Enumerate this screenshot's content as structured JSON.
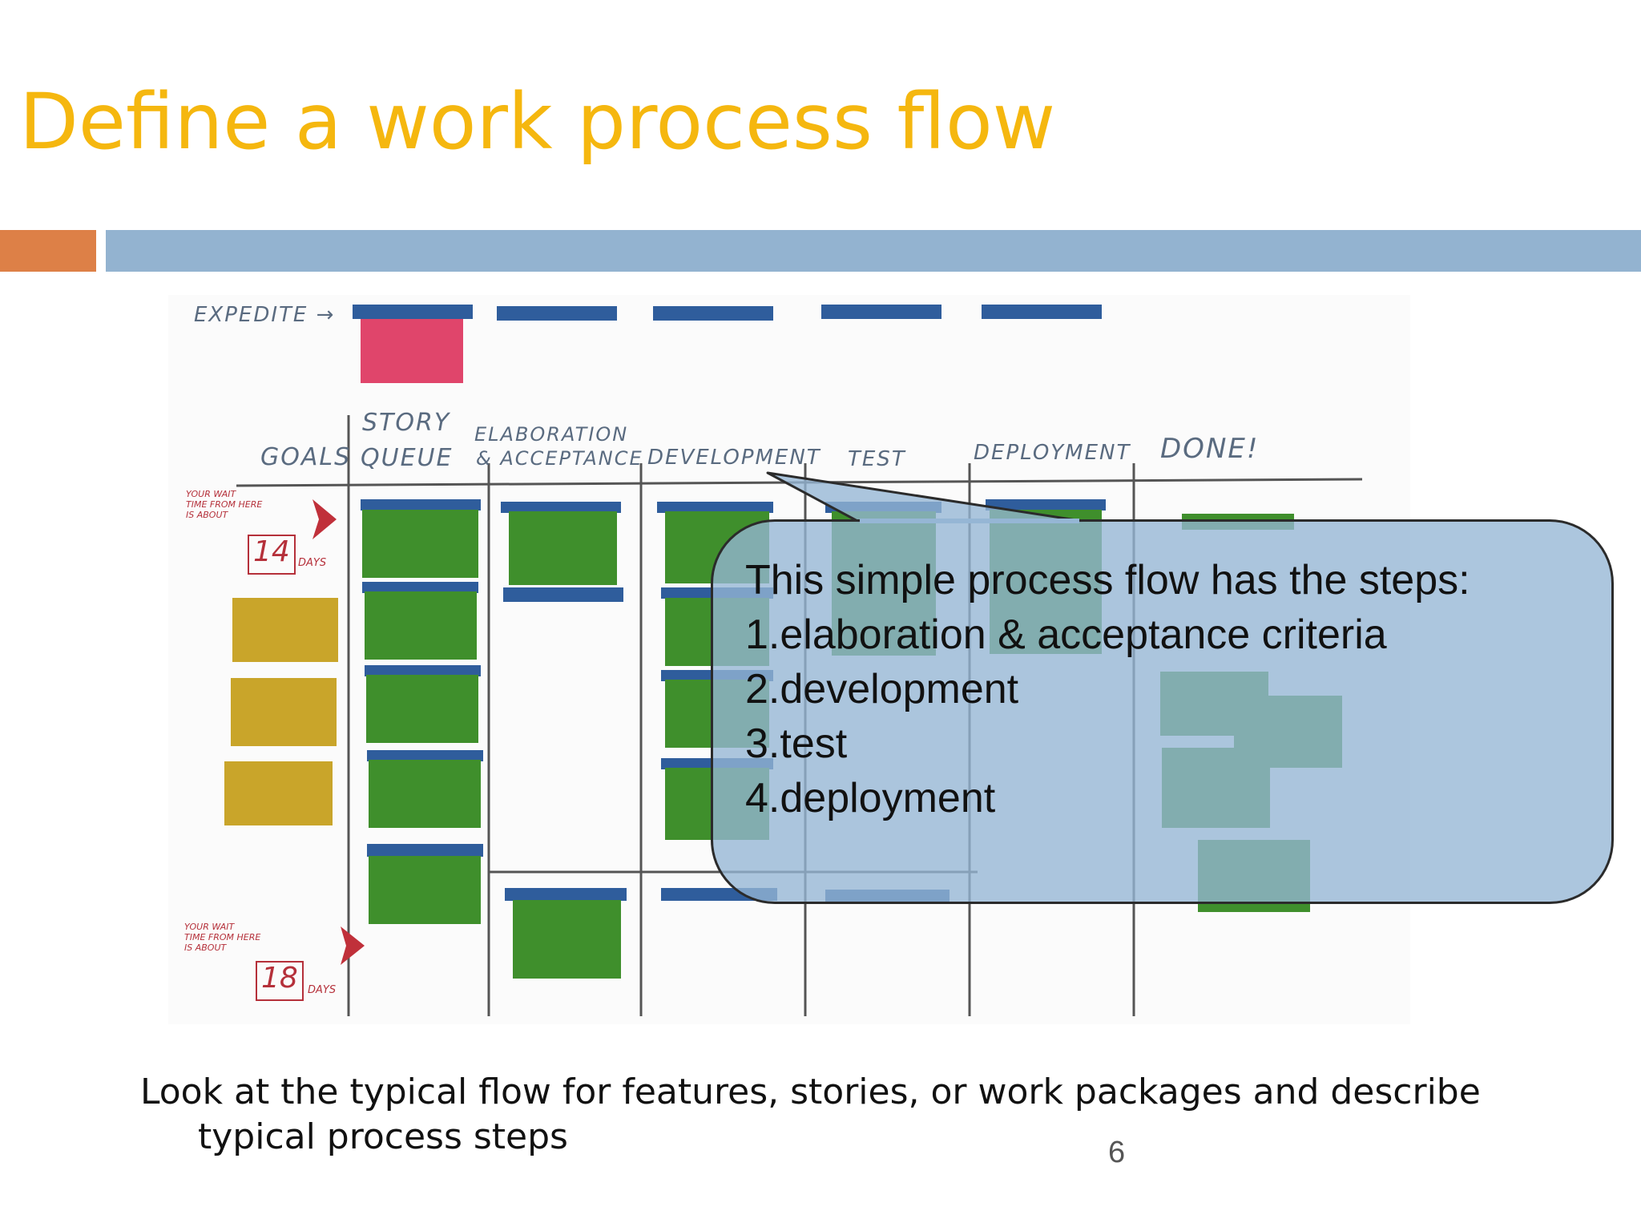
{
  "slide": {
    "title": "Define a work process flow",
    "caption_line1": "Look at the typical flow for features, stories, or work packages and describe",
    "caption_line2": "typical process steps",
    "page_number": "6"
  },
  "board": {
    "expedite_label": "EXPEDITE",
    "columns": [
      "GOALS",
      "STORY",
      "QUEUE",
      "ELABORATION",
      "& ACCEPTANCE",
      "DEVELOPMENT",
      "TEST",
      "DEPLOYMENT",
      "DONE!"
    ],
    "wait_top": {
      "line1": "YOUR WAIT",
      "line2": "TIME FROM HERE",
      "line3": "IS ABOUT",
      "value": "14",
      "unit": "DAYS"
    },
    "wait_bottom": {
      "line1": "YOUR WAIT",
      "line2": "TIME FROM HERE",
      "line3": "IS ABOUT",
      "value": "18",
      "unit": "DAYS"
    }
  },
  "callout": {
    "lines": [
      "This simple process flow has the steps:",
      "1.elaboration & acceptance criteria",
      "2.development",
      "3.test",
      "4.deployment"
    ]
  },
  "colors": {
    "title": "#f5b70f",
    "accent_orange": "#dd8047",
    "accent_blue": "#93b3d0",
    "sticky_green": "#3f8f2c",
    "sticky_yellow": "#c9a52a",
    "sticky_pink": "#e0456b",
    "card_blue": "#2f5d9c",
    "callout_fill": "#95b6d5"
  }
}
